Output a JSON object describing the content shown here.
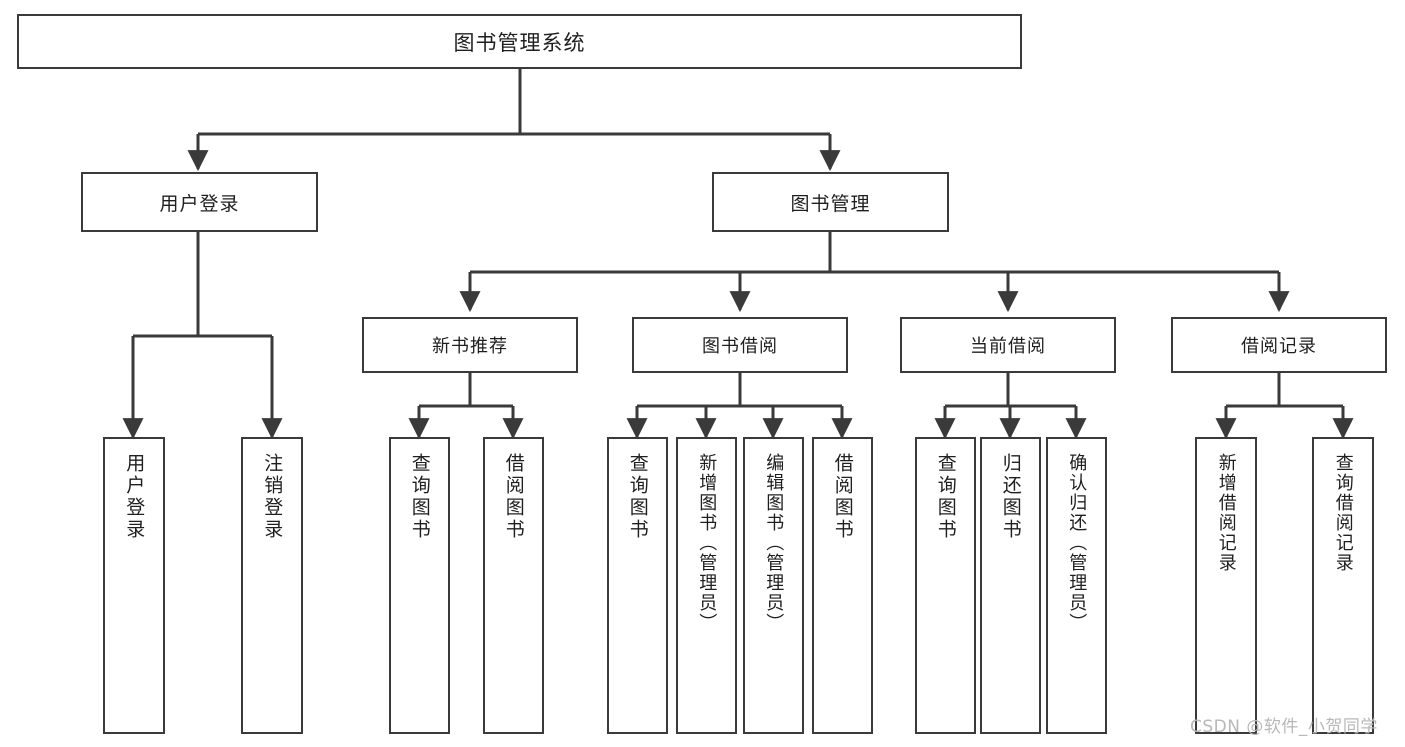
{
  "diagram": {
    "title": "图书管理系统",
    "type": "tree",
    "watermark": "CSDN @软件_小贺同学",
    "colors": {
      "box_border": "#3a3a3a",
      "box_fill": "#ffffff",
      "connector": "#3a3a3a",
      "text": "#1f1f1f",
      "watermark": "#b8b8b8"
    },
    "root": {
      "label": "图书管理系统"
    },
    "level1": [
      {
        "label": "用户登录"
      },
      {
        "label": "图书管理"
      }
    ],
    "level2": [
      {
        "label": "新书推荐"
      },
      {
        "label": "图书借阅"
      },
      {
        "label": "当前借阅"
      },
      {
        "label": "借阅记录"
      }
    ],
    "leaves": {
      "user_login": [
        {
          "label": "用户登录"
        },
        {
          "label": "注销登录"
        }
      ],
      "new_book_recommend": [
        {
          "label": "查询图书"
        },
        {
          "label": "借阅图书"
        }
      ],
      "book_borrow": [
        {
          "label": "查询图书"
        },
        {
          "label": "新增图书（管理员）"
        },
        {
          "label": "编辑图书（管理员）"
        },
        {
          "label": "借阅图书"
        }
      ],
      "current_borrow": [
        {
          "label": "查询图书"
        },
        {
          "label": "归还图书"
        },
        {
          "label": "确认归还（管理员）"
        }
      ],
      "borrow_record": [
        {
          "label": "新增借阅记录"
        },
        {
          "label": "查询借阅记录"
        }
      ]
    }
  }
}
